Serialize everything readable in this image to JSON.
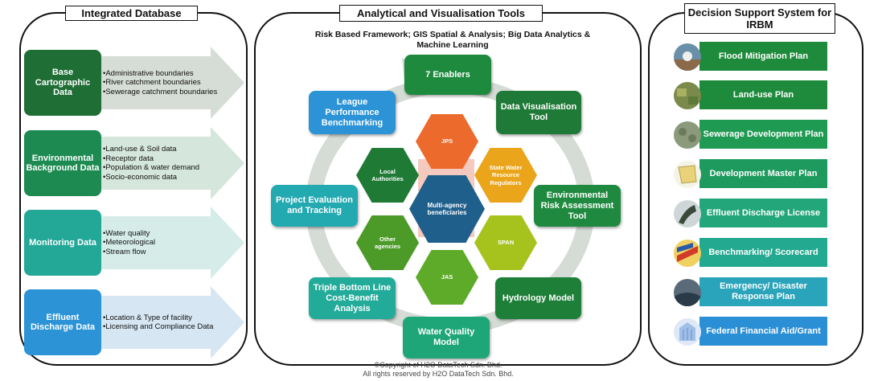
{
  "panels": {
    "left_title": "Integrated Database",
    "middle_title": "Analytical and Visualisation Tools",
    "right_title": "Decision Support System for IRBM"
  },
  "integrated_database": [
    {
      "label": "Base Cartographic Data",
      "color": "#1f6e35",
      "arrow_color": "#d6dcd6",
      "items": [
        "Administrative boundaries",
        "River catchment boundaries",
        "Sewerage catchment boundaries"
      ]
    },
    {
      "label": "Environmental Background Data",
      "color": "#1d8a52",
      "arrow_color": "#d5e6dc",
      "items": [
        "Land-use & Soil data",
        "Receptor data",
        "Population & water demand",
        "Socio-economic data"
      ]
    },
    {
      "label": "Monitoring Data",
      "color": "#23a898",
      "arrow_color": "#d5ece8",
      "items": [
        "Water quality",
        "Meteorological",
        "Stream flow"
      ]
    },
    {
      "label": "Effluent Discharge Data",
      "color": "#2b93d6",
      "arrow_color": "#d6e6f2",
      "items": [
        "Location & Type of facility",
        "Licensing and Compliance Data"
      ]
    }
  ],
  "framework_label": "Risk Based Framework; GIS Spatial & Analysis; Big Data Analytics & Machine Learning",
  "tools": {
    "enablers": "7 Enablers",
    "data_visualisation": "Data Visualisation Tool",
    "environmental_risk": "Environmental Risk Assessment Tool",
    "hydrology": "Hydrology Model",
    "water_quality": "Water Quality Model",
    "triple_bottom_line": "Triple Bottom Line Cost-Benefit Analysis",
    "project_evaluation": "Project Evaluation and Tracking",
    "league_performance": "League Performance Benchmarking"
  },
  "hexagons": {
    "center": "Multi-agency beneficiaries",
    "jps": "JPS",
    "state_water": "State Water Resource Regulators",
    "span": "SPAN",
    "jas": "JAS",
    "other_agencies": "Other agencies",
    "local_authorities": "Local Authorities"
  },
  "decision_support": [
    {
      "label": "Flood Mitigation Plan",
      "color": "#1e8a3c",
      "icon": "flood-photo-icon"
    },
    {
      "label": "Land-use Plan",
      "color": "#1e8a3c",
      "icon": "landuse-photo-icon"
    },
    {
      "label": "Sewerage Development Plan",
      "color": "#1f9a52",
      "icon": "sewerage-photo-icon"
    },
    {
      "label": "Development Master Plan",
      "color": "#1f9a5f",
      "icon": "masterplan-map-icon"
    },
    {
      "label": "Effluent Discharge License",
      "color": "#22a67a",
      "icon": "effluent-photo-icon"
    },
    {
      "label": "Benchmarking/ Scorecard",
      "color": "#22a98f",
      "icon": "scorecard-icon"
    },
    {
      "label": "Emergency/ Disaster Response Plan",
      "color": "#2aa4ba",
      "icon": "storm-photo-icon"
    },
    {
      "label": "Federal Financial Aid/Grant",
      "color": "#2b8fd6",
      "icon": "federal-building-icon"
    }
  ],
  "copyright": {
    "line1": "©Copyright of H2O DataTech Sdn. Bhd.",
    "line2": "All rights reserved by H2O DataTech Sdn. Bhd."
  }
}
